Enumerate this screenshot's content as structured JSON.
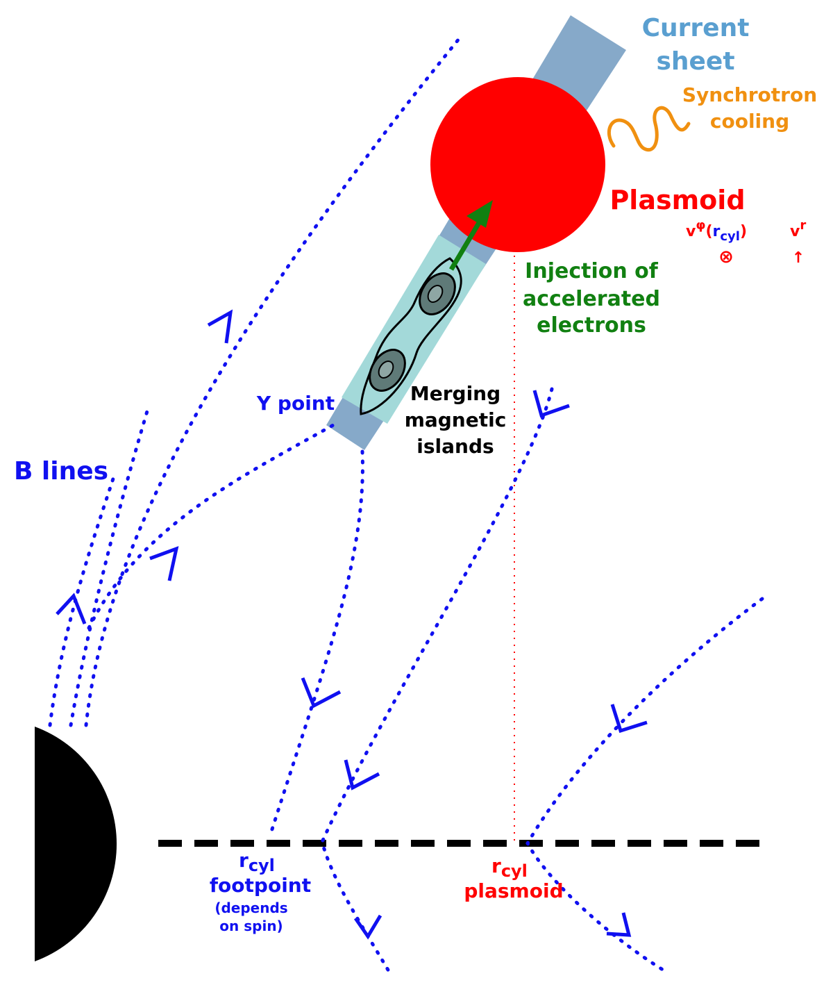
{
  "labels": {
    "current_sheet_1": "Current",
    "current_sheet_2": "sheet",
    "synchrotron_1": "Synchrotron",
    "synchrotron_2": "cooling",
    "plasmoid": "Plasmoid",
    "v_phi": "v",
    "v_phi_sup": "φ",
    "v_phi_open": "(",
    "v_phi_r": "r",
    "v_phi_r_sub": "cyl",
    "v_phi_close": ")",
    "v_r": "v",
    "v_r_sup": "r",
    "otimes": "⊗",
    "uparrow": "↑",
    "injection_1": "Injection of",
    "injection_2": "accelerated",
    "injection_3": "electrons",
    "y_point": "Y point",
    "merging_1": "Merging",
    "merging_2": "magnetic",
    "merging_3": "islands",
    "b_lines": "B lines",
    "rcyl_fp_r": "r",
    "rcyl_fp_sub": "cyl",
    "footpoint": "footpoint",
    "depends_1": "(depends",
    "depends_2": "on spin)",
    "rcyl_pl_r": "r",
    "rcyl_pl_sub": "cyl",
    "plasmoid_lower": "plasmoid"
  },
  "colors": {
    "field_lines": "#1010f0",
    "current_sheet": "#86a9c9",
    "current_sheet_label": "#5a9fd0",
    "inner_sheet": "#a3d9d9",
    "plasmoid": "#ff0000",
    "synchrotron": "#f09010",
    "injection": "#118011",
    "island_fill": "#5f7a78",
    "island_fill_inner": "#8ea6a4",
    "black_hole": "#000000"
  }
}
